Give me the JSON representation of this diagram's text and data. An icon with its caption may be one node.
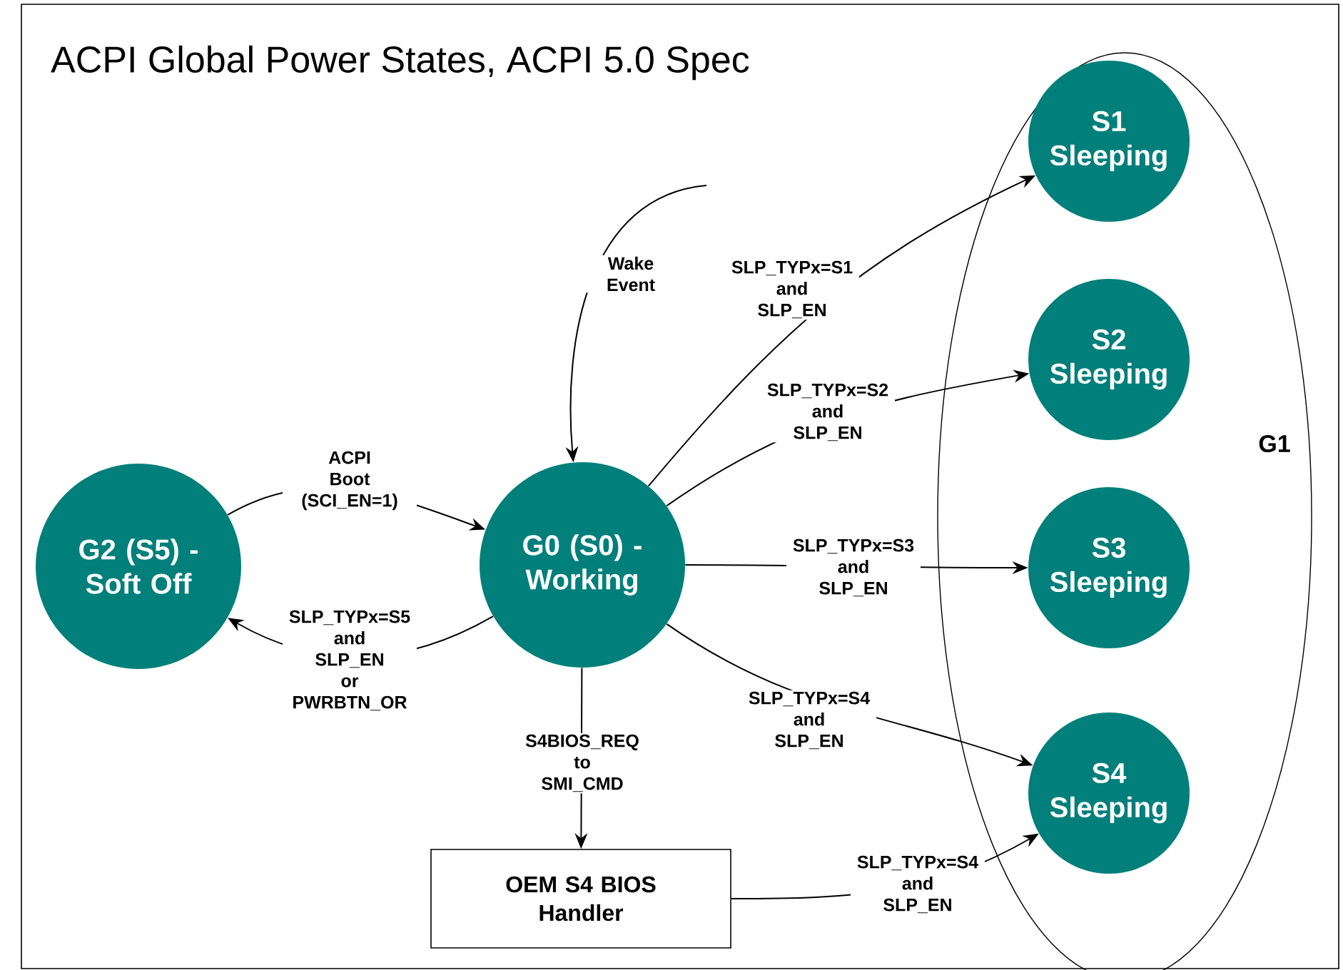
{
  "diagram": {
    "title": "ACPI Global Power States, ACPI 5.0 Spec",
    "nodes": [
      {
        "text": [
          "G1"
        ]
      },
      {
        "text": [
          "S1 Sleeping"
        ],
        "in": 0
      },
      {
        "text": [
          "S2 Sleeping"
        ],
        "in": 0
      },
      {
        "text": [
          "S3 Sleeping"
        ],
        "in": 0
      },
      {
        "text": [
          "S4 Sleeping"
        ],
        "in": 0
      },
      {
        "text": [
          "G2 (S5) - Soft Off"
        ]
      },
      {
        "text": [
          "G0 (S0) - Working"
        ]
      },
      {
        "text": [
          "OEM S4 BIOS Handler"
        ]
      }
    ],
    "edges": [
      {
        "from": 5,
        "to": 6,
        "arrow": "to",
        "label": "ACPI Boot (SCI_EN=1)"
      },
      {
        "from": 6,
        "to": 5,
        "arrow": "to",
        "label": "SLP_TYPx=S5 and SLP_EN or PWRBTN_OR"
      },
      {
        "from": null,
        "to": 6,
        "arrow": "to",
        "label": "Wake Event"
      },
      {
        "from": 6,
        "to": 1,
        "arrow": "to",
        "label": "SLP_TYPx=S1 and SLP_EN"
      },
      {
        "from": 6,
        "to": 2,
        "arrow": "to",
        "label": "SLP_TYPx=S2 and SLP_EN"
      },
      {
        "from": 6,
        "to": 3,
        "arrow": "to",
        "label": "SLP_TYPx=S3 and SLP_EN"
      },
      {
        "from": 6,
        "to": 4,
        "arrow": "to",
        "label": "SLP_TYPx=S4 and SLP_EN"
      },
      {
        "from": 6,
        "to": 7,
        "arrow": "to",
        "label": "S4BIOS_REQ to SMI_CMD"
      },
      {
        "from": 7,
        "to": 4,
        "arrow": "to",
        "label": "SLP_TYPx=S4 and SLP_EN"
      }
    ]
  }
}
